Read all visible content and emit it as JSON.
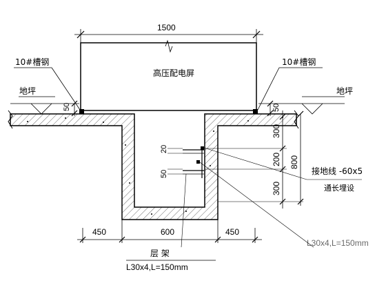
{
  "labels": {
    "top_width": "1500",
    "panel": "高压配电屏",
    "channel_left": "10#槽钢",
    "channel_right": "10#槽钢",
    "floor_left": "地坪",
    "floor_right": "地坪",
    "dim_50_left": "50",
    "dim_50_right": "50",
    "dim_300_top": "300",
    "dim_200": "200",
    "dim_300_bottom": "300",
    "dim_800": "800",
    "dim_20": "20",
    "dim_50_inner": "50",
    "ground_wire": "接地线  -60x5",
    "ground_wire_note": "通长埋设",
    "bottom_450_left": "450",
    "bottom_600": "600",
    "bottom_450_right": "450",
    "bracket": "层  架",
    "bracket_spec": "L30x4,L=150mm",
    "faint_text": "L30x4,L=150mm"
  }
}
